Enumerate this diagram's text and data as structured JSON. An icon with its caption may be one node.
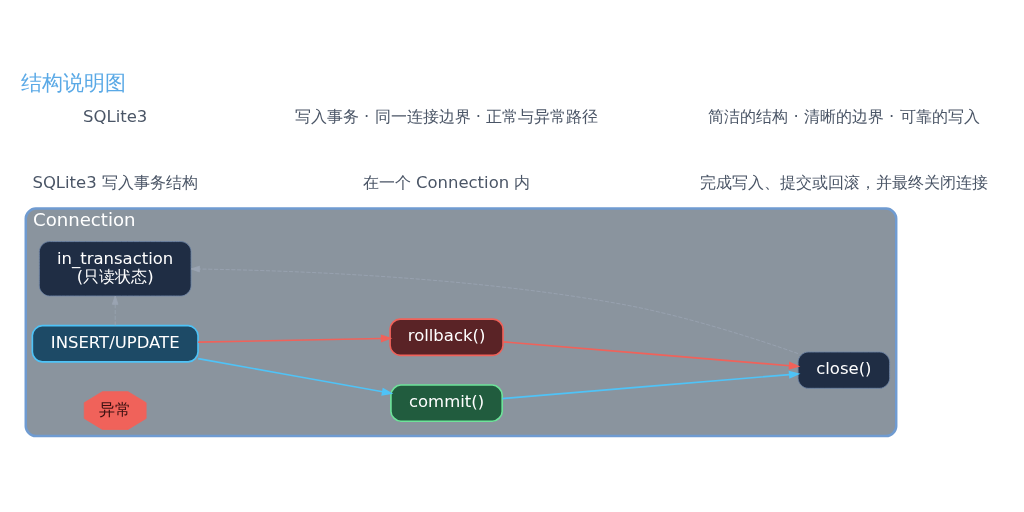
{
  "diagram": {
    "title": "结构说明图",
    "nodes": [
      {
        "text": [
          "Connection"
        ]
      },
      {
        "text": [
          "in_transaction",
          "(只读状态)"
        ],
        "in": 0
      },
      {
        "text": [
          "INSERT/UPDATE"
        ],
        "in": 0
      },
      {
        "text": [
          "commit()"
        ],
        "in": 0
      },
      {
        "text": [
          "rollback()"
        ],
        "in": 0
      },
      {
        "text": [
          "close()"
        ],
        "in": 0
      },
      {
        "text": [
          "异常"
        ],
        "in": 0
      }
    ],
    "edges": [
      {
        "from": 2,
        "to": 3,
        "arrow": "to",
        "color": "#4fc3f7"
      },
      {
        "from": 2,
        "to": 4,
        "arrow": "to",
        "color": "#f0625a"
      },
      {
        "from": 3,
        "to": 5,
        "arrow": "to",
        "color": "#4fc3f7"
      },
      {
        "from": 4,
        "to": 5,
        "arrow": "to",
        "color": "#f0625a"
      },
      {
        "from": 2,
        "to": 1,
        "arrow": "to",
        "style": "dashed",
        "color": "#9aa4b2"
      },
      {
        "from": 5,
        "to": 1,
        "arrow": "to",
        "style": "dashed",
        "color": "#9aa4b2"
      }
    ],
    "labels": [
      "SQLite3 写入事务结构",
      "在一个 Connection 内",
      "完成写入、提交或回滚，并最终关闭连接",
      "SQLite3",
      "写入事务 · 同一连接边界 · 正常与异常路径",
      "简洁的结构 · 清晰的边界 · 可靠的写入"
    ]
  }
}
